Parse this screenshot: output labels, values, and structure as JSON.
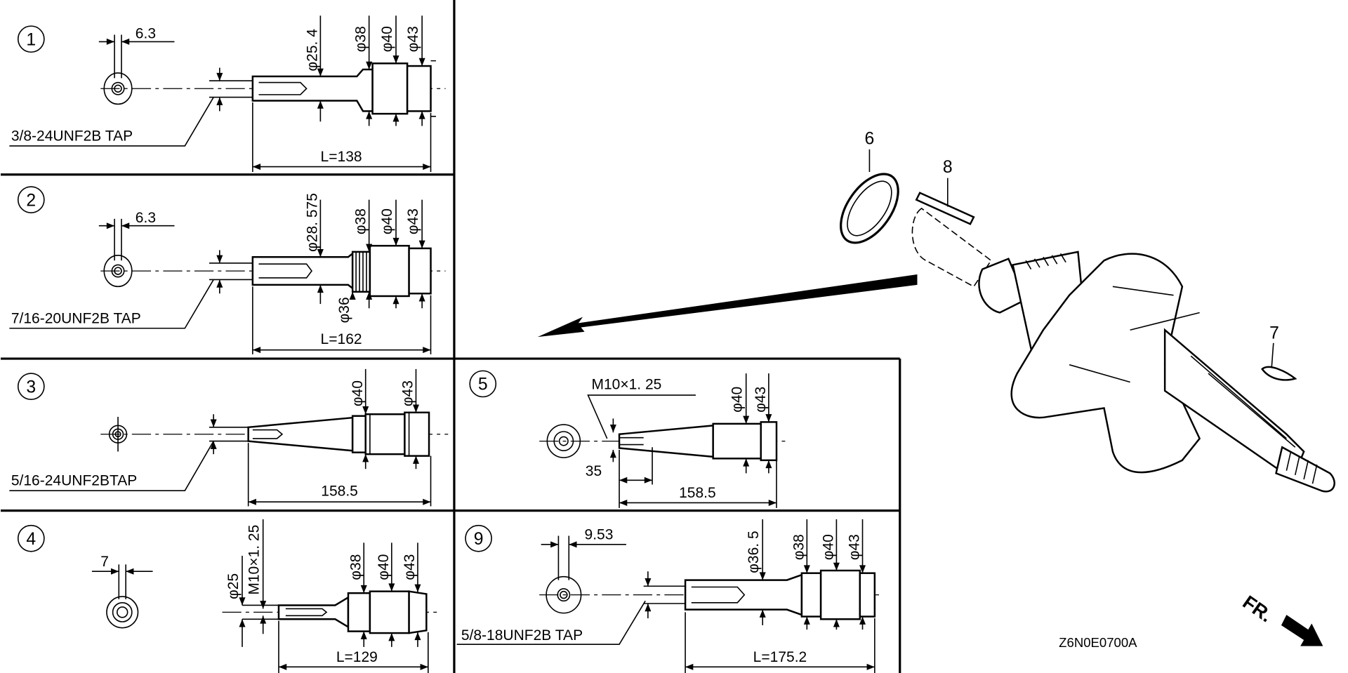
{
  "figure_code": "Z6N0E0700A",
  "front_label": "FR.",
  "callouts": {
    "c6": "6",
    "c7": "7",
    "c8": "8"
  },
  "panels": {
    "p1": {
      "number": "1",
      "key_width": "6.3",
      "tap": "3/8-24UNF2B TAP",
      "d1": "φ25. 4",
      "d2": "φ38",
      "d3": "φ40",
      "d4": "φ43",
      "length": "L=138"
    },
    "p2": {
      "number": "2",
      "key_width": "6.3",
      "tap": "7/16-20UNF2B TAP",
      "d1": "φ28. 575",
      "d2": "φ38",
      "d3": "φ40",
      "d4": "φ43",
      "d5": "φ36",
      "length": "L=162"
    },
    "p3": {
      "number": "3",
      "tap": "5/16-24UNF2BTAP",
      "d3": "φ40",
      "d4": "φ43",
      "length": "158.5"
    },
    "p4": {
      "number": "4",
      "key_width": "7",
      "d1": "φ25",
      "thread": "M10×1. 25",
      "d2": "φ38",
      "d3": "φ40",
      "d4": "φ43",
      "length": "L=129"
    },
    "p5": {
      "number": "5",
      "thread": "M10×1. 25",
      "d3": "φ40",
      "d4": "φ43",
      "offset": "35",
      "length": "158.5"
    },
    "p9": {
      "number": "9",
      "key_width": "9.53",
      "tap": "5/8-18UNF2B TAP",
      "d1": "φ36. 5",
      "d2": "φ38",
      "d3": "φ40",
      "d4": "φ43",
      "length": "L=175.2"
    }
  }
}
